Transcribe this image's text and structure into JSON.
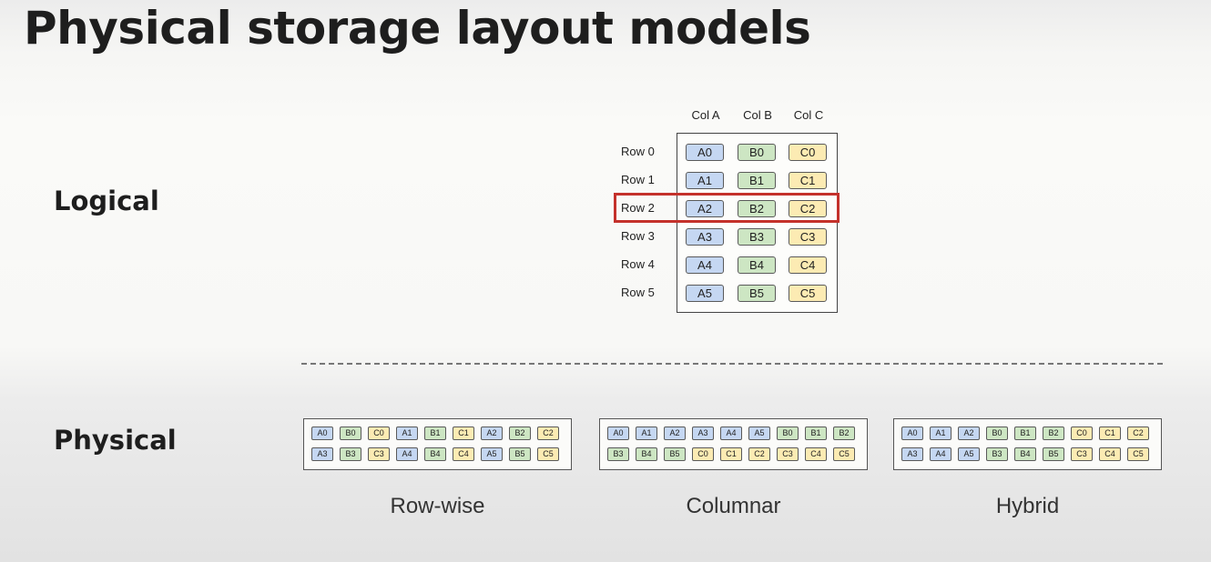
{
  "title": "Physical storage layout models",
  "logical": {
    "label": "Logical",
    "columns": [
      "Col A",
      "Col B",
      "Col C"
    ],
    "rows": [
      {
        "label": "Row 0",
        "cells": [
          "A0",
          "B0",
          "C0"
        ]
      },
      {
        "label": "Row 1",
        "cells": [
          "A1",
          "B1",
          "C1"
        ]
      },
      {
        "label": "Row 2",
        "cells": [
          "A2",
          "B2",
          "C2"
        ],
        "highlighted": true
      },
      {
        "label": "Row 3",
        "cells": [
          "A3",
          "B3",
          "C3"
        ]
      },
      {
        "label": "Row 4",
        "cells": [
          "A4",
          "B4",
          "C4"
        ]
      },
      {
        "label": "Row 5",
        "cells": [
          "A5",
          "B5",
          "C5"
        ]
      }
    ],
    "highlight_color": "#c4312b"
  },
  "physical": {
    "label": "Physical",
    "layouts": [
      {
        "caption": "Row-wise",
        "rows": [
          [
            "A0",
            "B0",
            "C0",
            "A1",
            "B1",
            "C1",
            "A2",
            "B2",
            "C2"
          ],
          [
            "A3",
            "B3",
            "C3",
            "A4",
            "B4",
            "C4",
            "A5",
            "B5",
            "C5"
          ]
        ]
      },
      {
        "caption": "Columnar",
        "rows": [
          [
            "A0",
            "A1",
            "A2",
            "A3",
            "A4",
            "A5",
            "B0",
            "B1",
            "B2"
          ],
          [
            "B3",
            "B4",
            "B5",
            "C0",
            "C1",
            "C2",
            "C3",
            "C4",
            "C5"
          ]
        ]
      },
      {
        "caption": "Hybrid",
        "rows": [
          [
            "A0",
            "A1",
            "A2",
            "B0",
            "B1",
            "B2",
            "C0",
            "C1",
            "C2"
          ],
          [
            "A3",
            "A4",
            "A5",
            "B3",
            "B4",
            "B5",
            "C3",
            "C4",
            "C5"
          ]
        ]
      }
    ]
  },
  "colors": {
    "A": "#c5d7f2",
    "B": "#cde6c3",
    "C": "#fcebb3"
  }
}
